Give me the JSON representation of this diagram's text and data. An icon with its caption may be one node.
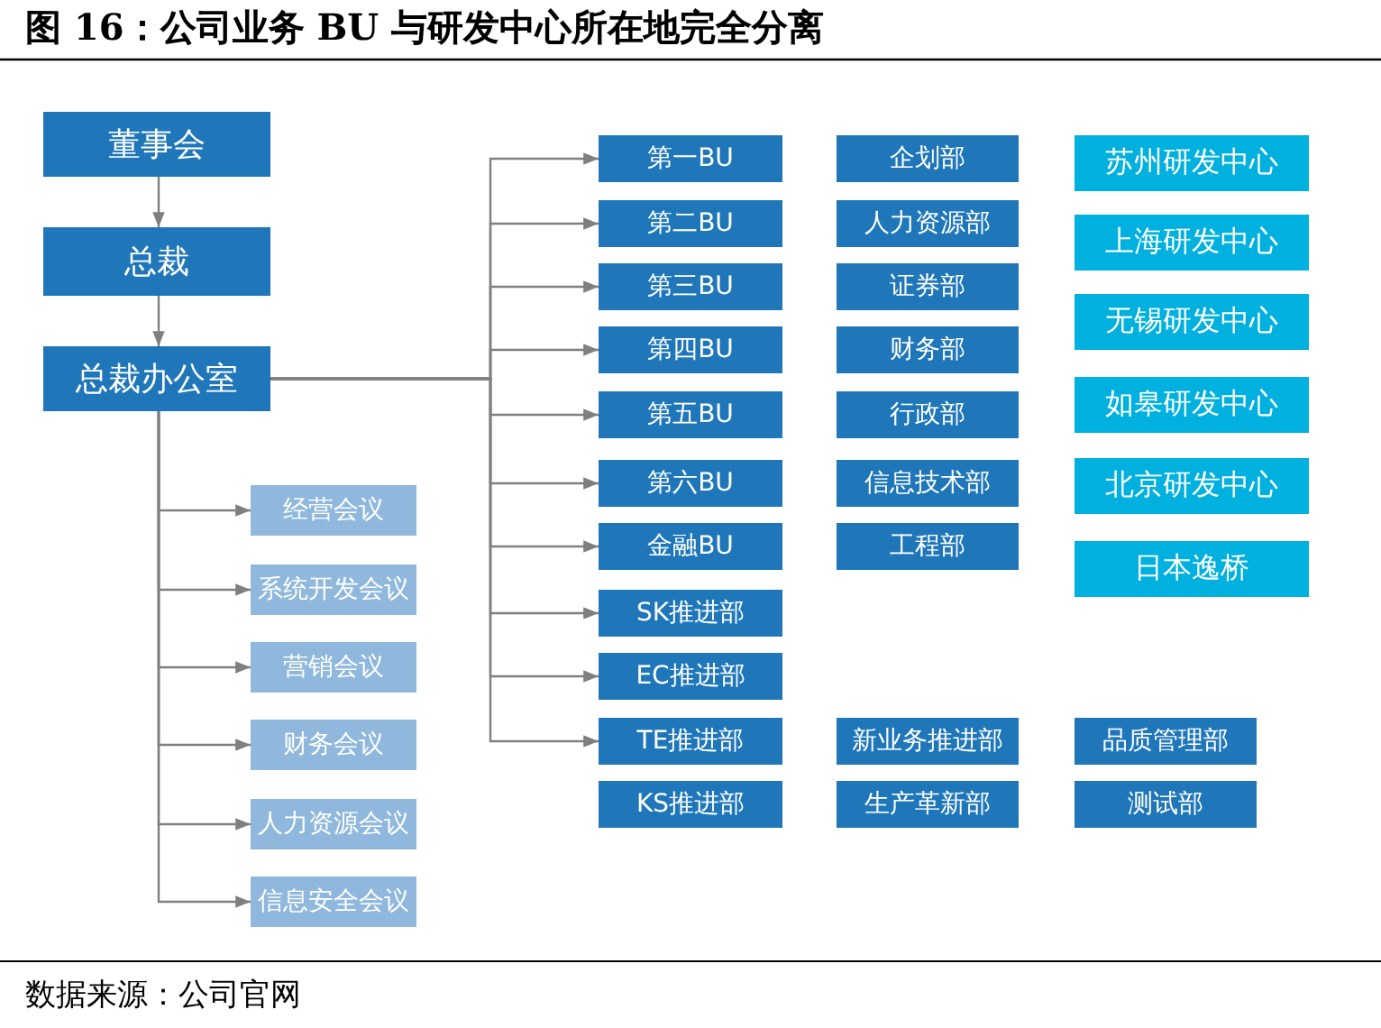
{
  "diagram": {
    "title": "图 16：公司业务 BU 与研发中心所在地完全分离",
    "caption": "数据来源：公司官网",
    "nodes": [
      {
        "text": [
          "董事会"
        ]
      },
      {
        "text": [
          "总裁"
        ]
      },
      {
        "text": [
          "总裁办公室"
        ]
      },
      {
        "text": [
          "经营会议"
        ]
      },
      {
        "text": [
          "系统开发会议"
        ]
      },
      {
        "text": [
          "营销会议"
        ]
      },
      {
        "text": [
          "财务会议"
        ]
      },
      {
        "text": [
          "人力资源会议"
        ]
      },
      {
        "text": [
          "信息安全会议"
        ]
      },
      {
        "text": [
          "第一BU"
        ]
      },
      {
        "text": [
          "第二BU"
        ]
      },
      {
        "text": [
          "第三BU"
        ]
      },
      {
        "text": [
          "第四BU"
        ]
      },
      {
        "text": [
          "第五BU"
        ]
      },
      {
        "text": [
          "第六BU"
        ]
      },
      {
        "text": [
          "金融BU"
        ]
      },
      {
        "text": [
          "SK推进部"
        ]
      },
      {
        "text": [
          "EC推进部"
        ]
      },
      {
        "text": [
          "TE推进部"
        ]
      },
      {
        "text": [
          "KS推进部"
        ]
      },
      {
        "text": [
          "企划部"
        ]
      },
      {
        "text": [
          "人力资源部"
        ]
      },
      {
        "text": [
          "证券部"
        ]
      },
      {
        "text": [
          "财务部"
        ]
      },
      {
        "text": [
          "行政部"
        ]
      },
      {
        "text": [
          "信息技术部"
        ]
      },
      {
        "text": [
          "工程部"
        ]
      },
      {
        "text": [
          "新业务推进部"
        ]
      },
      {
        "text": [
          "生产革新部"
        ]
      },
      {
        "text": [
          "苏州研发中心"
        ]
      },
      {
        "text": [
          "上海研发中心"
        ]
      },
      {
        "text": [
          "无锡研发中心"
        ]
      },
      {
        "text": [
          "如皋研发中心"
        ]
      },
      {
        "text": [
          "北京研发中心"
        ]
      },
      {
        "text": [
          "日本逸桥"
        ]
      },
      {
        "text": [
          "品质管理部"
        ]
      },
      {
        "text": [
          "测试部"
        ]
      }
    ],
    "edges": [
      {
        "from": 0,
        "to": 1,
        "arrow": "to"
      },
      {
        "from": 1,
        "to": 2,
        "arrow": "to"
      },
      {
        "from": 2,
        "to": 3,
        "arrow": "to"
      },
      {
        "from": 2,
        "to": 4,
        "arrow": "to"
      },
      {
        "from": 2,
        "to": 5,
        "arrow": "to"
      },
      {
        "from": 2,
        "to": 6,
        "arrow": "to"
      },
      {
        "from": 2,
        "to": 7,
        "arrow": "to"
      },
      {
        "from": 2,
        "to": 8,
        "arrow": "to"
      },
      {
        "from": 2,
        "to": 9,
        "arrow": "to"
      },
      {
        "from": 2,
        "to": 10,
        "arrow": "to"
      },
      {
        "from": 2,
        "to": 11,
        "arrow": "to"
      },
      {
        "from": 2,
        "to": 12,
        "arrow": "to"
      },
      {
        "from": 2,
        "to": 13,
        "arrow": "to"
      },
      {
        "from": 2,
        "to": 14,
        "arrow": "to"
      },
      {
        "from": 2,
        "to": 15,
        "arrow": "to"
      },
      {
        "from": 2,
        "to": 16,
        "arrow": "to"
      },
      {
        "from": 2,
        "to": 17,
        "arrow": "to"
      },
      {
        "from": 2,
        "to": 18,
        "arrow": "to"
      }
    ]
  }
}
